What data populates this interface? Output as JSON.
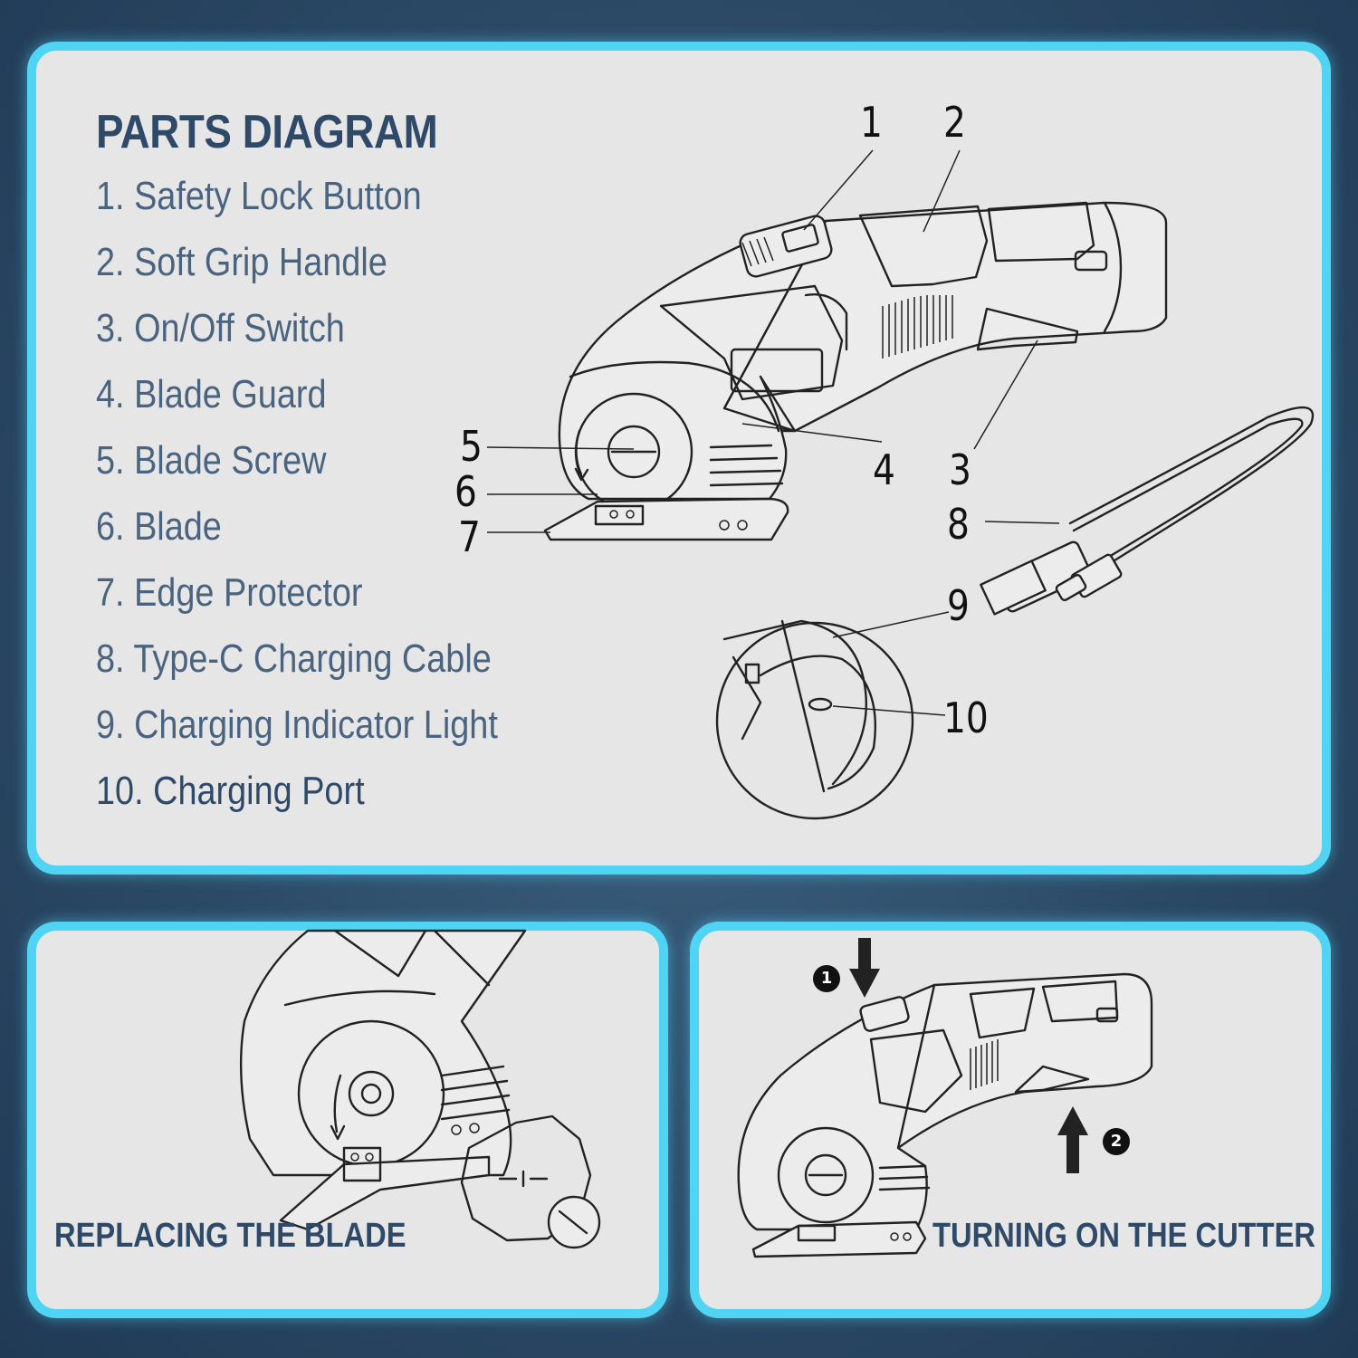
{
  "main": {
    "title": "PARTS DIAGRAM",
    "parts": [
      "1. Safety Lock Button",
      "2. Soft Grip Handle",
      "3. On/Off Switch",
      "4. Blade Guard",
      "5. Blade Screw",
      "6. Blade",
      "7. Edge Protector",
      "8. Type-C Charging Cable",
      "9. Charging Indicator Light",
      "10. Charging Port"
    ],
    "callouts": [
      "1",
      "2",
      "3",
      "4",
      "5",
      "6",
      "7",
      "8",
      "9",
      "10"
    ]
  },
  "blade_panel": {
    "caption": "REPLACING THE BLADE"
  },
  "cutter_panel": {
    "caption": "TURNING ON THE CUTTER",
    "steps": [
      "1",
      "2"
    ]
  },
  "colors": {
    "background": "#2c4a66",
    "panel": "#e6e6e6",
    "border": "#4fd4f3",
    "title": "#2e4a68",
    "list_text": "#4a6480"
  }
}
